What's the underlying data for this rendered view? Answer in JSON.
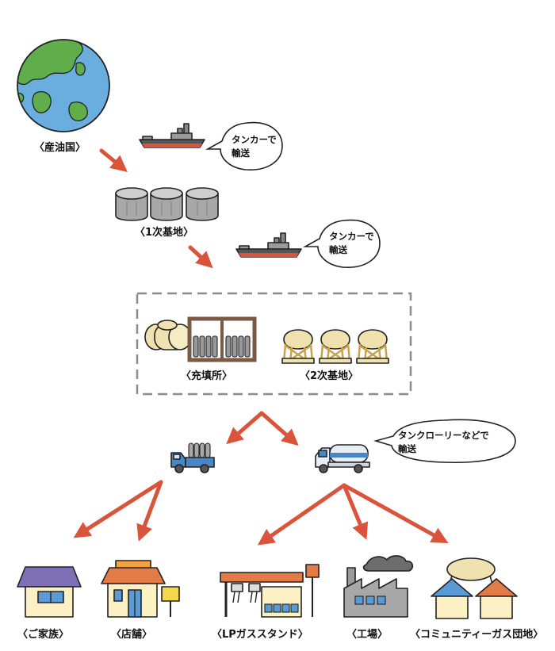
{
  "labels": {
    "producer": "〈産油国〉",
    "primary_base": "〈1次基地〉",
    "filling_station": "〈充填所〉",
    "secondary_base": "〈2次基地〉",
    "home": "〈ご家族〉",
    "shop": "〈店舗〉",
    "lp_stand": "〈LPガススタンド〉",
    "factory": "〈工場〉",
    "community": "〈コミュニティーガス団地〉"
  },
  "bubbles": {
    "tanker1": {
      "line1": "タンカーで",
      "line2": "輸送"
    },
    "tanker2": {
      "line1": "タンカーで",
      "line2": "輸送"
    },
    "lorry": {
      "line1": "タンクローリーなどで",
      "line2": "輸送"
    }
  },
  "colors": {
    "arrow": "#d9543a",
    "ocean": "#6aaee0",
    "land": "#5fae4b",
    "tank_gray": "#a8a8a8",
    "sphere_cream": "#efe2b0",
    "roof_purple": "#7f6fb5",
    "roof_orange": "#e27b45",
    "roof_blue": "#5b9bd5",
    "wall_cream": "#fbf1c4",
    "frame_brown": "#7a5a44",
    "truck_blue": "#4a86c5",
    "sign_orange": "#f2a340",
    "dashed_box": "#8c8c8c"
  }
}
